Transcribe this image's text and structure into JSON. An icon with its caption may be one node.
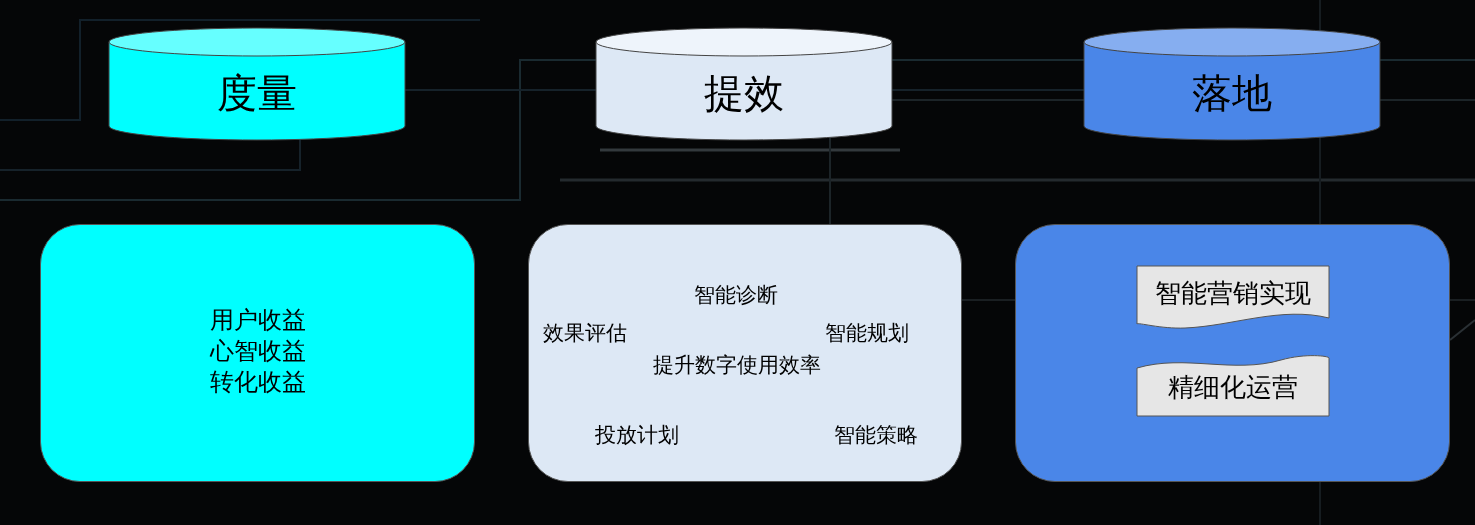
{
  "diagram": {
    "nodes": [
      {
        "text": [
          "度量"
        ]
      },
      {
        "text": [
          "提效"
        ]
      },
      {
        "text": [
          "落地"
        ]
      },
      {
        "text": [
          "用户收益",
          "心智收益",
          "转化收益"
        ]
      },
      {
        "text": [
          "智能诊断",
          "效果评估",
          "智能规划",
          "提升数字使用效率",
          "投放计划",
          "智能策略"
        ]
      },
      {
        "text": [],
        "shape": "box"
      },
      {
        "text": [
          "智能营销实现"
        ],
        "in": 5
      },
      {
        "text": [
          "精细化运营"
        ],
        "in": 5
      }
    ]
  }
}
